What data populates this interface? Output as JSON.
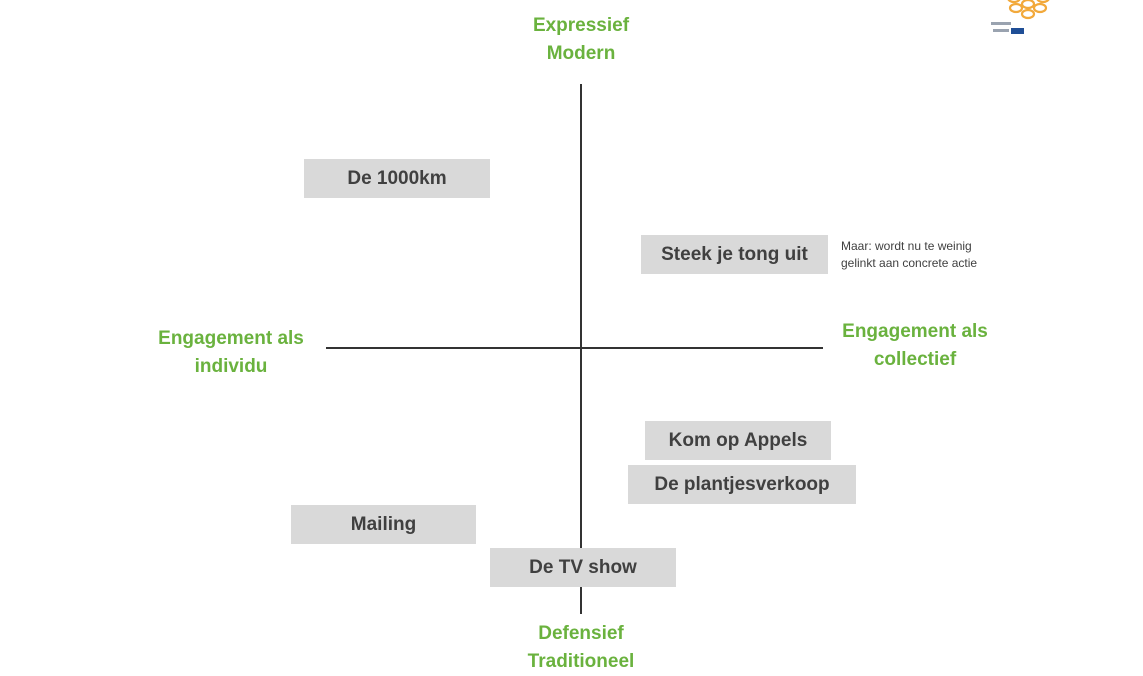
{
  "axes": {
    "top": [
      "Expressief",
      "Modern"
    ],
    "bottom": [
      "Defensief",
      "Traditioneel"
    ],
    "left": [
      "Engagement als",
      "individu"
    ],
    "right": [
      "Engagement als",
      "collectief"
    ]
  },
  "items": [
    {
      "id": "de-1000km",
      "label": "De 1000km"
    },
    {
      "id": "steek-je-tong-uit",
      "label": "Steek je tong uit"
    },
    {
      "id": "kom-op-appels",
      "label": "Kom op Appels"
    },
    {
      "id": "de-plantjesverkoop",
      "label": "De plantjesverkoop"
    },
    {
      "id": "mailing",
      "label": "Mailing"
    },
    {
      "id": "de-tv-show",
      "label": "De TV show"
    }
  ],
  "note": [
    "Maar: wordt nu te weinig",
    "gelinkt aan concrete actie"
  ],
  "logo": {
    "icon": "flower-logo-icon",
    "colors": {
      "petal": "#f2a93b",
      "badge": "#1f4e96"
    }
  }
}
